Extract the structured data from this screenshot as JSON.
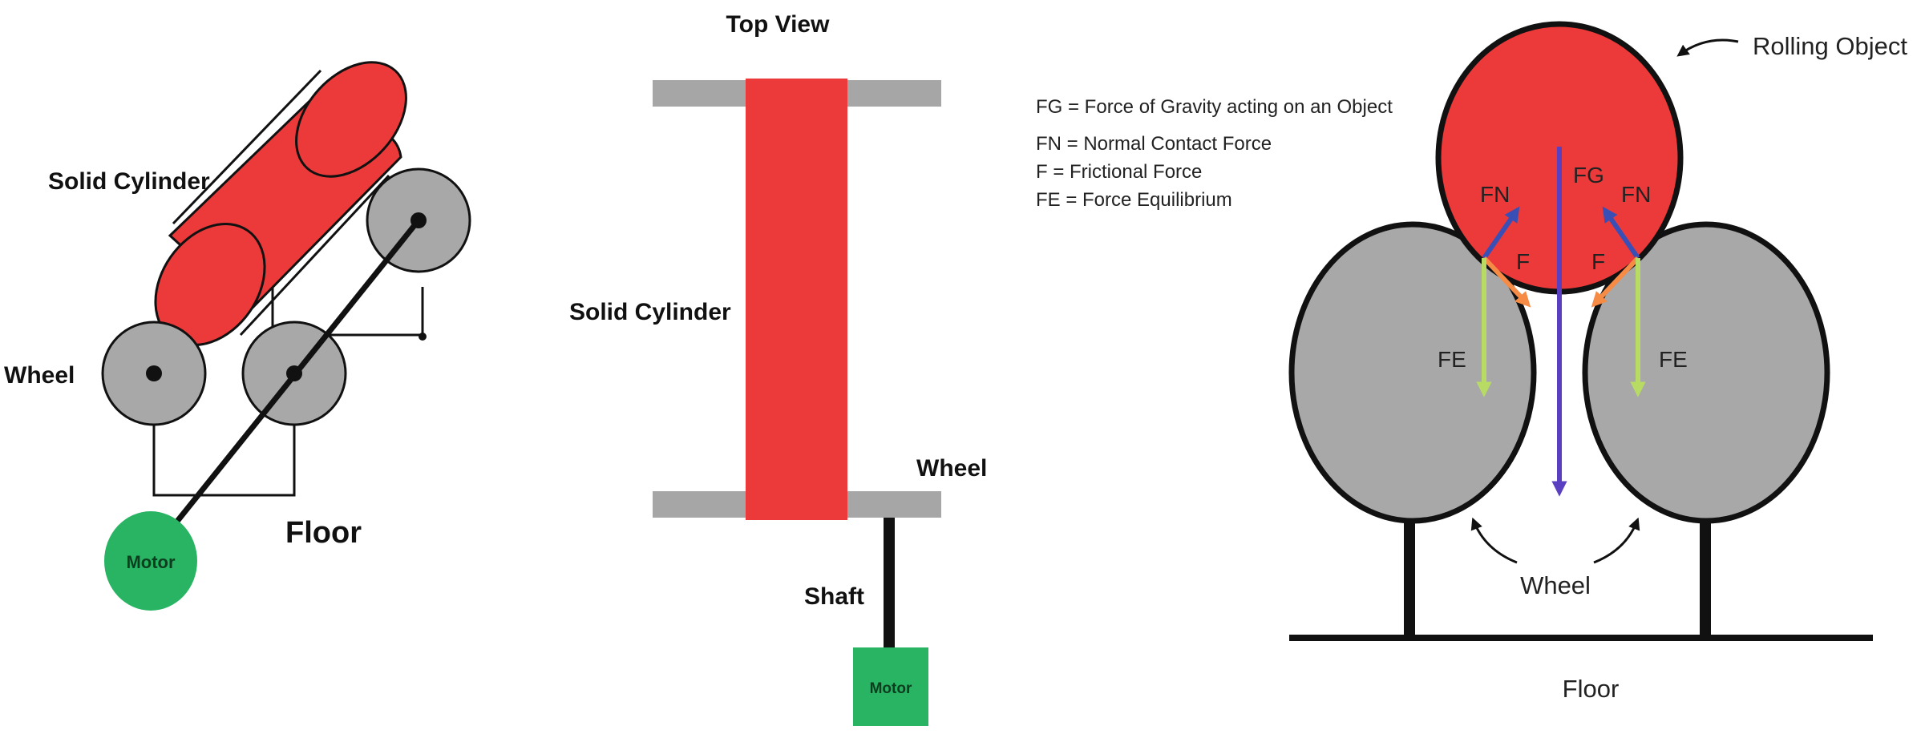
{
  "panel_iso": {
    "solid_cylinder_label": "Solid Cylinder",
    "wheel_label": "Wheel",
    "floor_label": "Floor",
    "motor_label": "Motor"
  },
  "panel_top": {
    "title": "Top View",
    "solid_cylinder_label": "Solid Cylinder",
    "wheel_label": "Wheel",
    "shaft_label": "Shaft",
    "motor_label": "Motor"
  },
  "panel_forces": {
    "rolling_object_label": "Rolling Object",
    "legend": [
      "FG = Force of Gravity acting on an Object",
      "FN = Normal Contact Force",
      "F = Frictional Force",
      "FE = Force Equilibrium"
    ],
    "fg_label": "FG",
    "fn_left_label": "FN",
    "fn_right_label": "FN",
    "f_left_label": "F",
    "f_right_label": "F",
    "fe_left_label": "FE",
    "fe_right_label": "FE",
    "wheel_label": "Wheel",
    "floor_label": "Floor"
  },
  "colors": {
    "cylinder_red": "#ec3a3a",
    "wheel_gray": "#a8a8a8",
    "bar_gray": "#a6a6a6",
    "motor_green": "#28b463",
    "normal_force_blue": "#3a4fb5",
    "gravity_purple": "#5a3fc0",
    "friction_orange": "#f58b45",
    "equilibrium_green": "#b8dc63"
  }
}
